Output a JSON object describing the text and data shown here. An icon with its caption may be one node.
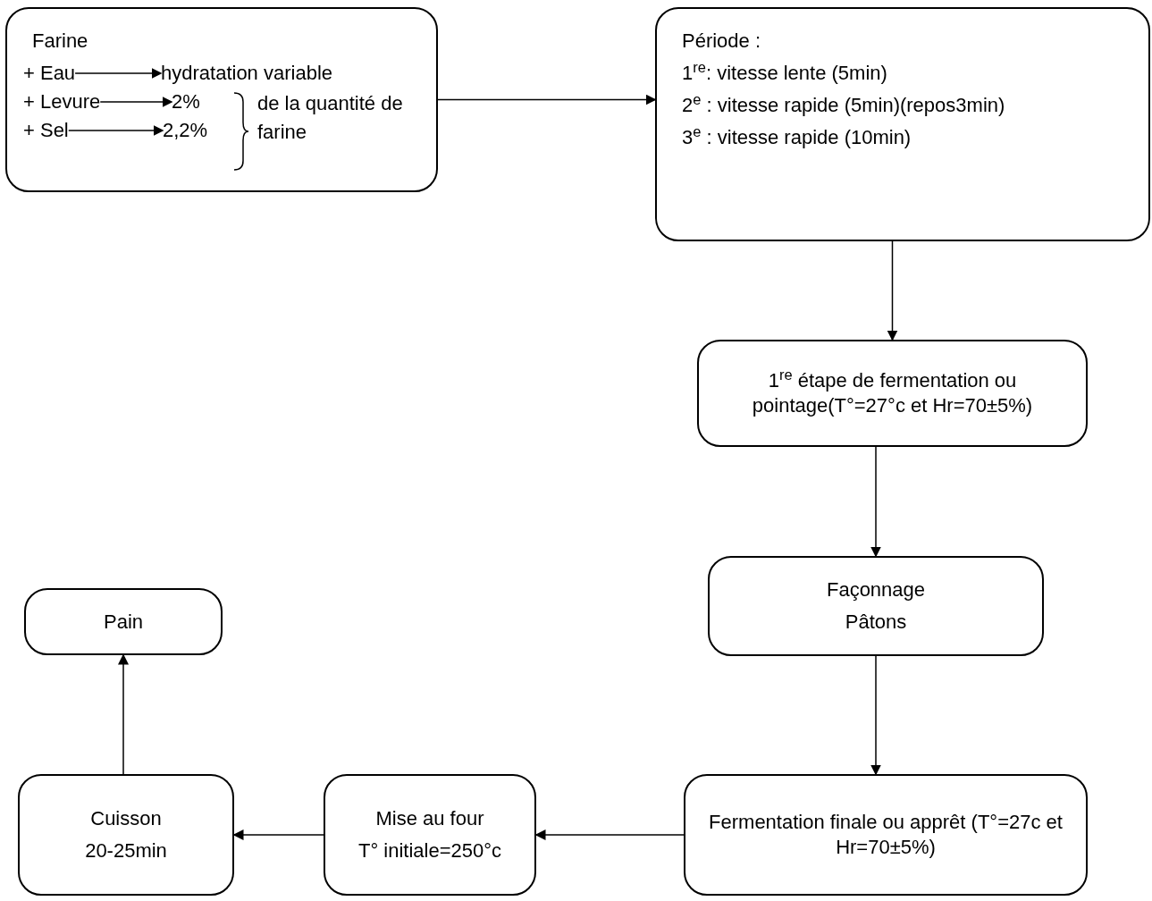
{
  "diagram": {
    "nodes": [
      {
        "text": [
          "Farine"
        ]
      },
      {
        "text": [
          "+ Eau"
        ],
        "in": 0
      },
      {
        "text": [
          "hydratation variable"
        ],
        "in": 0
      },
      {
        "text": [
          "+ Levure"
        ],
        "in": 0
      },
      {
        "text": [
          "2%"
        ],
        "in": 0
      },
      {
        "text": [
          "+ Sel"
        ],
        "in": 0
      },
      {
        "text": [
          "2,2%"
        ],
        "in": 0
      },
      {
        "text": [
          "de la quantité de farine"
        ],
        "in": 0
      },
      {
        "text": [
          "Période :",
          "1$^{re}$: vitesse lente (5min)",
          "2$^{e}$ : vitesse rapide (5min)(repos3min)",
          "3$^{e}$ : vitesse rapide (10min)"
        ]
      },
      {
        "text": [
          "1$^{re}$ étape de fermentation ou pointage(T°=27°c et Hr=70±5%)"
        ]
      },
      {
        "text": [
          "Façonnage",
          "Pâtons"
        ]
      },
      {
        "text": [
          "Fermentation finale ou apprêt (T°=27c et Hr=70±5%)"
        ]
      },
      {
        "text": [
          "Mise au four",
          "T° initiale=250°c"
        ]
      },
      {
        "text": [
          "Cuisson",
          "20-25min"
        ]
      },
      {
        "text": [
          "Pain"
        ]
      }
    ],
    "edges": [
      {
        "from": 1,
        "to": 2,
        "arrow": "to"
      },
      {
        "from": 3,
        "to": 4,
        "arrow": "to"
      },
      {
        "from": 5,
        "to": 6,
        "arrow": "to"
      },
      {
        "from": 0,
        "to": 8,
        "arrow": "to"
      },
      {
        "from": 8,
        "to": 9,
        "arrow": "to"
      },
      {
        "from": 9,
        "to": 10,
        "arrow": "to"
      },
      {
        "from": 10,
        "to": 11,
        "arrow": "to"
      },
      {
        "from": 11,
        "to": 12,
        "arrow": "to"
      },
      {
        "from": 12,
        "to": 13,
        "arrow": "to"
      },
      {
        "from": 13,
        "to": 14,
        "arrow": "to"
      }
    ]
  }
}
